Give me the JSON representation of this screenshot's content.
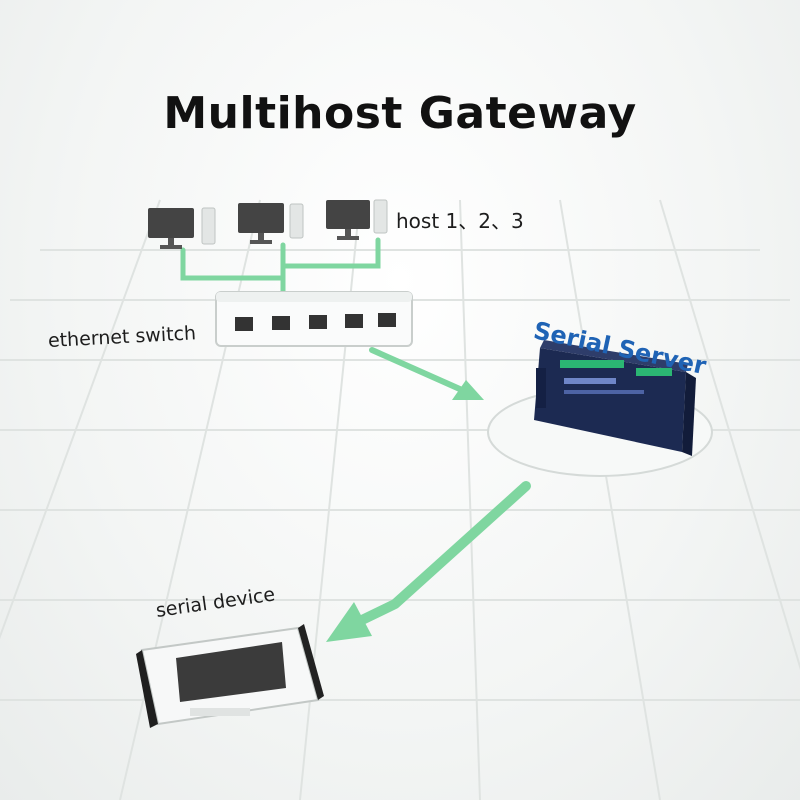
{
  "diagram": {
    "title": "Multihost Gateway",
    "labels": {
      "hosts": "host 1、2、3",
      "ethernet_switch": "ethernet switch",
      "serial_server": "Serial Server",
      "serial_device": "serial device"
    }
  },
  "colors": {
    "link_green": "#7fd6a0",
    "server_blue": "#1f63b5",
    "device_dark": "#3b3b3b"
  },
  "icons": [
    "monitor-icon",
    "pc-tower-icon",
    "ethernet-port-icon",
    "arrow-icon"
  ]
}
